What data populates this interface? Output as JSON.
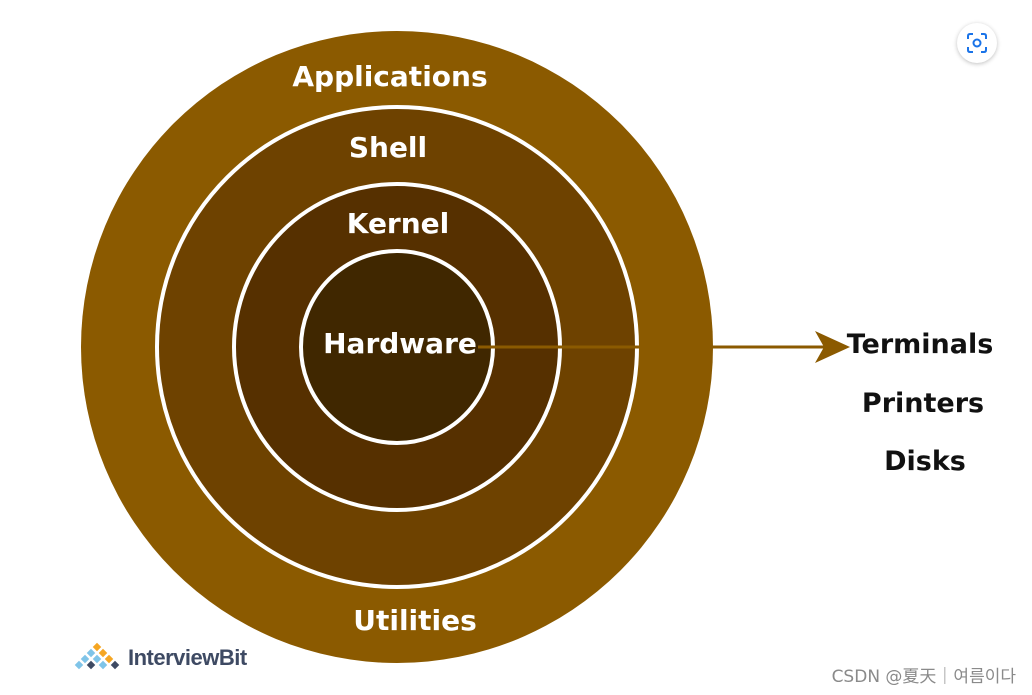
{
  "diagram": {
    "layers": [
      {
        "label": "Applications"
      },
      {
        "label": "Shell"
      },
      {
        "label": "Kernel"
      },
      {
        "label": "Hardware"
      }
    ],
    "bottom_label": "Utilities",
    "devices": [
      "Terminals",
      "Printers",
      "Disks"
    ],
    "colors": {
      "outer_ring": "#8b5a00",
      "shell_ring": "#6e4200",
      "kernel_ring": "#563000",
      "hardware_core": "#402700",
      "ring_border": "#ffffff",
      "arrow": "#8b5a00",
      "device_text": "#111111"
    }
  },
  "logo": {
    "text": "InterviewBit",
    "colors": [
      "#f5a623",
      "#7fc4e8",
      "#3e4a63"
    ]
  },
  "lens_button": {
    "icon": "visual-search-icon"
  },
  "watermark": {
    "text": "CSDN @夏天｜여름이다"
  }
}
